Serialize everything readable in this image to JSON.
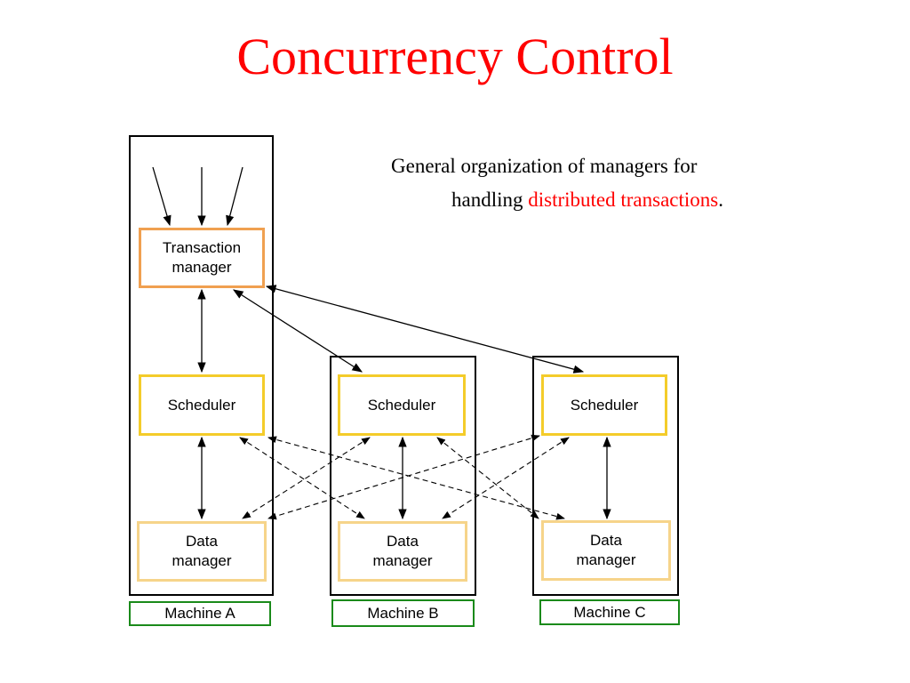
{
  "slide": {
    "title": "Concurrency Control",
    "caption_line1": "General organization of managers for",
    "caption_line2_prefix": "handling ",
    "caption_highlight": "distributed transactions",
    "caption_suffix": "."
  },
  "machines": {
    "a": {
      "label": "Machine A",
      "transaction_manager": "Transaction manager",
      "scheduler": "Scheduler",
      "data_manager": "Data manager"
    },
    "b": {
      "label": "Machine B",
      "scheduler": "Scheduler",
      "data_manager": "Data manager"
    },
    "c": {
      "label": "Machine C",
      "scheduler": "Scheduler",
      "data_manager": "Data manager"
    }
  },
  "colors": {
    "title": "#ff0000",
    "highlight": "#ff0000",
    "transaction_manager_border": "#f0a050",
    "scheduler_border": "#f4cc2a",
    "data_manager_border": "#f6d48a",
    "machine_label_border": "#1a8a1a"
  }
}
